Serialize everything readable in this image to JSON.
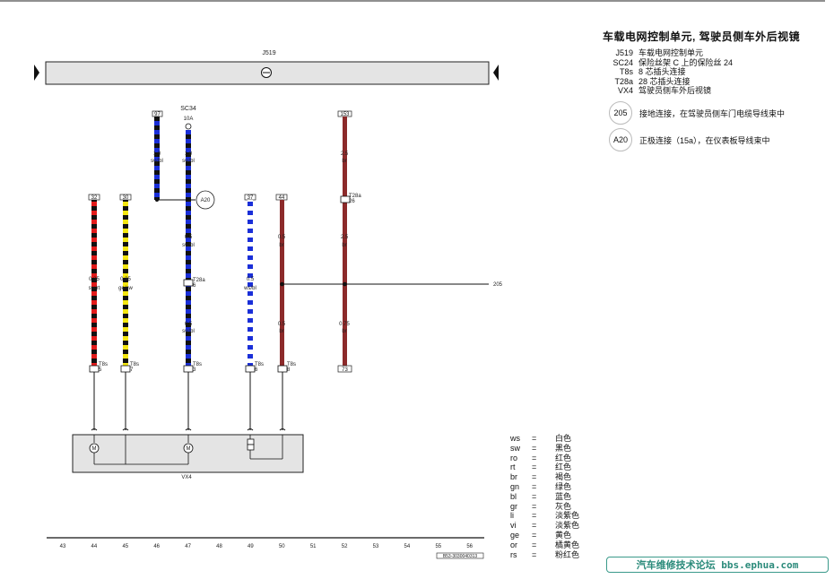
{
  "diagram": {
    "title": "J519",
    "control_unit_text": "J519",
    "fuse": {
      "code": "SC34",
      "rating": "10A",
      "top_terminal": "97"
    },
    "connector_a20": "A20",
    "ground_label": "205",
    "mirror_label": "VX4",
    "figure_id": "B53-3030040313",
    "top_terminals": [
      {
        "id": "32"
      },
      {
        "id": "30"
      },
      {
        "id": "37"
      },
      {
        "id": "44"
      },
      {
        "id": "153"
      }
    ],
    "wires": [
      {
        "size_top": "0.35",
        "color_top": "sw/rt",
        "conn": "T8s",
        "pin": "5"
      },
      {
        "size_top": "0.35",
        "color_top": "ge/sw",
        "conn": "T8s",
        "pin": "7"
      },
      {
        "size_top": "0.5",
        "color_top": "sw/bl",
        "size_bot": "0.5",
        "color_bot": "sw/bl",
        "conn": "T8s",
        "pin": "3",
        "mid_conn": "T28a",
        "mid_pin": "6"
      },
      {
        "size_top": "0.5",
        "color_top": "ws/bl",
        "conn": "T8s",
        "pin": "6"
      },
      {
        "size_top": "0.5",
        "color_top": "br",
        "size_bot": "0.5",
        "color_bot": "br",
        "conn": "T8s",
        "pin": "8"
      },
      {
        "size_top": "2.5",
        "color_top": "br",
        "size_mid": "2.5",
        "color_mid": "br",
        "size_bot": "0.75",
        "color_bot": "br",
        "mid_conn": "T28a",
        "mid_pin": "26",
        "bottom_terminal": "73"
      }
    ],
    "fuse_wire": {
      "size": "1.0",
      "color": "sw/bl"
    },
    "left_wire": {
      "size": "1.0",
      "color": "sw/bl"
    },
    "scale": [
      "43",
      "44",
      "45",
      "46",
      "47",
      "48",
      "49",
      "50",
      "51",
      "52",
      "53",
      "54",
      "55",
      "56"
    ]
  },
  "legend": {
    "title": "车载电网控制单元, 驾驶员侧车外后视镜",
    "components": [
      {
        "code": "J519",
        "desc": "车载电网控制单元"
      },
      {
        "code": "SC24",
        "desc": "保险丝架 C 上的保险丝 24"
      },
      {
        "code": "T8s",
        "desc": "8 芯插头连接"
      },
      {
        "code": "T28a",
        "desc": "28 芯插头连接"
      },
      {
        "code": "VX4",
        "desc": "驾驶员侧车外后视镜"
      }
    ],
    "connections": [
      {
        "code": "205",
        "desc": "接地连接，在驾驶员侧车门电缆导线束中"
      },
      {
        "code": "A20",
        "desc": "正极连接（15a），在仪表板导线束中"
      }
    ],
    "colors": [
      {
        "abbr": "ws",
        "name": "白色"
      },
      {
        "abbr": "sw",
        "name": "黑色"
      },
      {
        "abbr": "ro",
        "name": "红色"
      },
      {
        "abbr": "rt",
        "name": "红色"
      },
      {
        "abbr": "br",
        "name": "褐色"
      },
      {
        "abbr": "gn",
        "name": "绿色"
      },
      {
        "abbr": "bl",
        "name": "蓝色"
      },
      {
        "abbr": "gr",
        "name": "灰色"
      },
      {
        "abbr": "li",
        "name": "淡紫色"
      },
      {
        "abbr": "vi",
        "name": "淡紫色"
      },
      {
        "abbr": "ge",
        "name": "黄色"
      },
      {
        "abbr": "or",
        "name": "橘黄色"
      },
      {
        "abbr": "rs",
        "name": "粉红色"
      }
    ],
    "eq": "="
  },
  "watermark": "汽车维修技术论坛 bbs.ephua.com"
}
